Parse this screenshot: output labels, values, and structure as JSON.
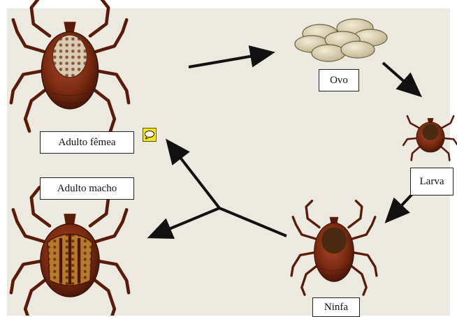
{
  "stages": {
    "egg": "Ovo",
    "larva": "Larva",
    "nymph": "Ninfa",
    "adult_female": "Adulto fêmea",
    "adult_male": "Adulto macho"
  },
  "icons": {
    "comment": "comment-icon",
    "tick": "tick-icon",
    "eggs": "eggs-icon"
  },
  "colors": {
    "background": "#ece9e0",
    "tick_body": "#7a2a10",
    "tick_shield": "#4a2a10",
    "egg": "#ddd3b2",
    "comment_icon": "#f5e51c"
  }
}
